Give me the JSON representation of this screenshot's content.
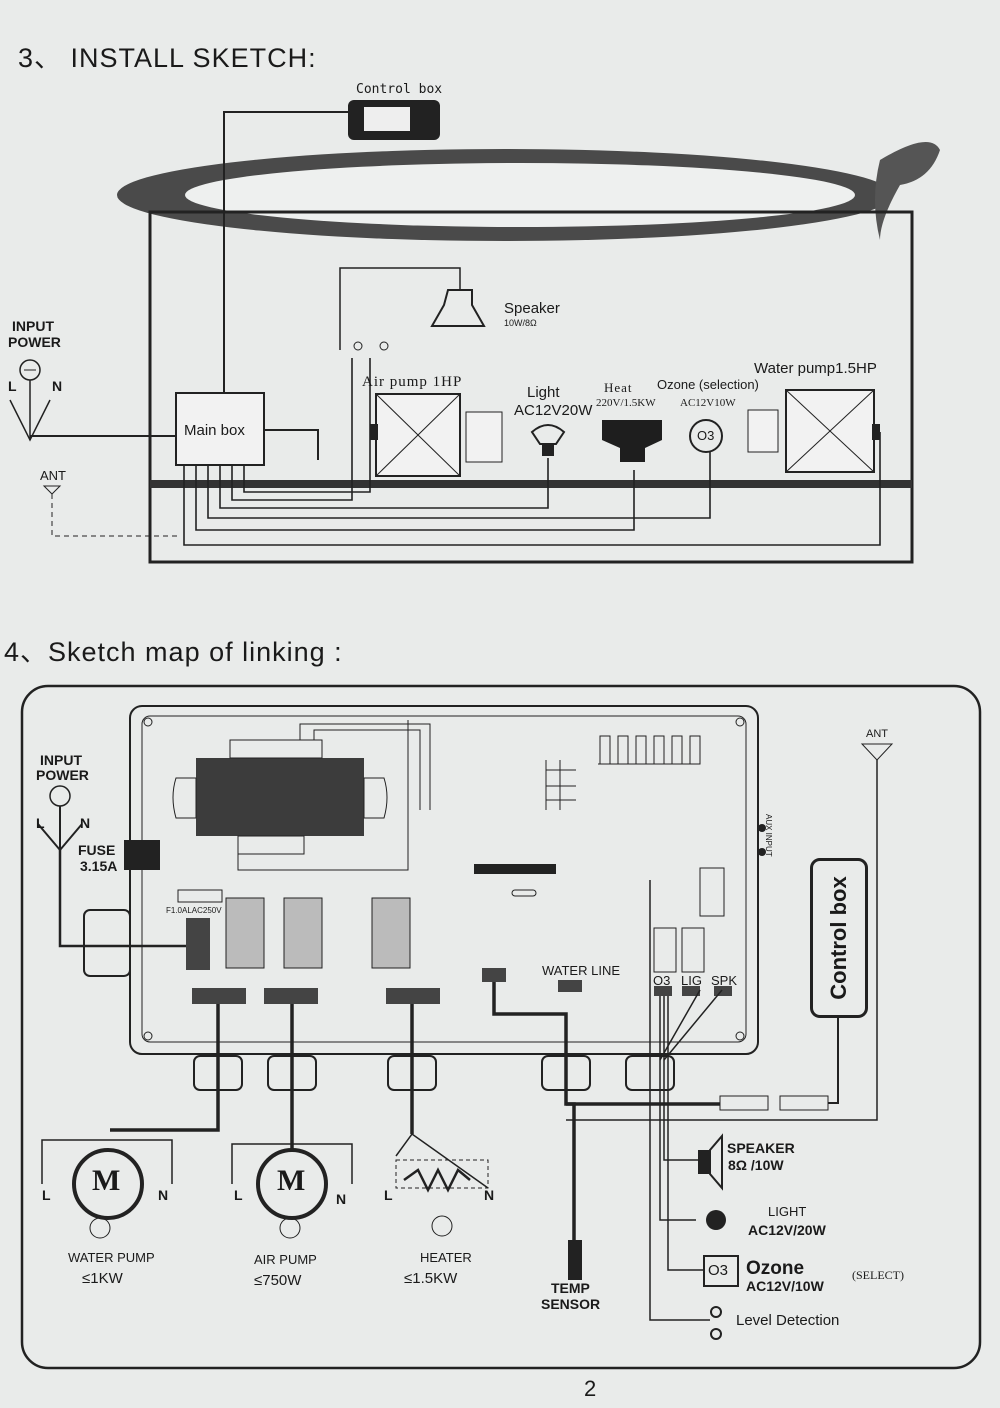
{
  "section3": {
    "title": "3、 INSTALL SKETCH:"
  },
  "section4": {
    "title": "4、Sketch map of linking :"
  },
  "install": {
    "control_box": "Control box",
    "input_power": [
      "INPUT",
      "POWER"
    ],
    "l": "L",
    "n": "N",
    "ant": "ANT",
    "main_box": "Main box",
    "speaker": "Speaker",
    "speaker_spec": "10W/8Ω",
    "air_pump": "Air pump 1HP",
    "light": "Light",
    "light_spec": "AC12V20W",
    "heat": "Heat",
    "heat_spec": "220V/1.5KW",
    "ozone": "Ozone (selection)",
    "ozone_spec": "AC12V10W",
    "o3": "O3",
    "water_pump": "Water pump1.5HP"
  },
  "linking": {
    "input_power": [
      "INPUT",
      "POWER"
    ],
    "l": "L",
    "n": "N",
    "fuse": [
      "FUSE",
      "3.15A"
    ],
    "fuse_small": "F1.0ALAC250V",
    "ant": "ANT",
    "aux_input": "AUX INPUT",
    "control_box": "Control box",
    "water_line": "WATER LINE",
    "o3": "O3",
    "lig": "LIG",
    "spk": "SPK",
    "m": "M",
    "speaker": "SPEAKER",
    "speaker_spec": "8Ω /10W",
    "light": "LIGHT",
    "light_spec": "AC12V/20W",
    "ozone": "Ozone",
    "ozone_spec": "AC12V/10W",
    "ozone_select": "(SELECT)",
    "level_detection": "Level Detection",
    "water_pump": "WATER PUMP",
    "water_pump_spec": "≤1KW",
    "air_pump": "AIR PUMP",
    "air_pump_spec": "≤750W",
    "heater": "HEATER",
    "heater_spec": "≤1.5KW",
    "temp_sensor": [
      "TEMP",
      "SENSOR"
    ]
  },
  "page_number": "2"
}
